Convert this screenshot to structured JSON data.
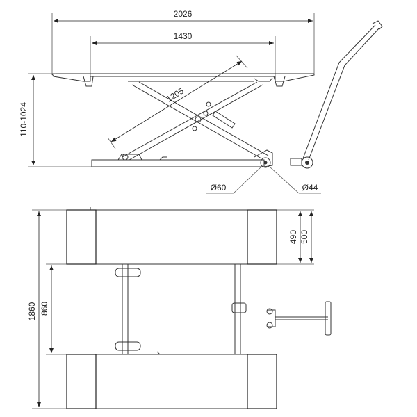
{
  "drawing": {
    "side_view": {
      "overall_length": "2026",
      "inner_length": "1430",
      "arm_length": "1205",
      "height_range": "110-1024",
      "wheel_diameter": "Ø60",
      "roller_diameter": "Ø44"
    },
    "top_view": {
      "overall_width": "1860",
      "track_width": "860",
      "pad_width": "490",
      "pad_outer": "500"
    }
  }
}
